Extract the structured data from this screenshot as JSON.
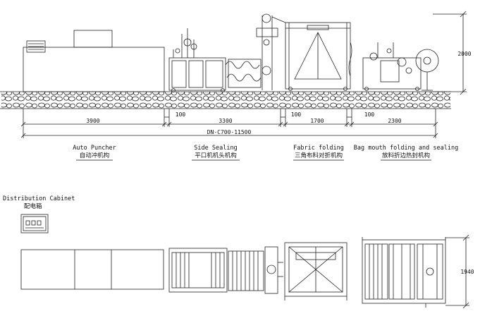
{
  "dimensions": {
    "height_side": "2000",
    "height_top": "1940",
    "segments": [
      "3900",
      "3300",
      "1700",
      "2300"
    ],
    "gaps": [
      "100",
      "100",
      "100"
    ],
    "total": "DN-C700-11500"
  },
  "sections": [
    {
      "label_en": "Auto Puncher",
      "label_cn": "自动冲机构"
    },
    {
      "label_en": "Side Sealing",
      "label_cn": "平口机机头机构"
    },
    {
      "label_en": "Fabric folding",
      "label_cn": "三角布料对折机构"
    },
    {
      "label_en": "Bag mouth folding and sealing",
      "label_cn": "放料折边热封机构"
    }
  ],
  "cabinet": {
    "label_en": "Distribution Cabinet",
    "label_cn": "配电箱"
  }
}
